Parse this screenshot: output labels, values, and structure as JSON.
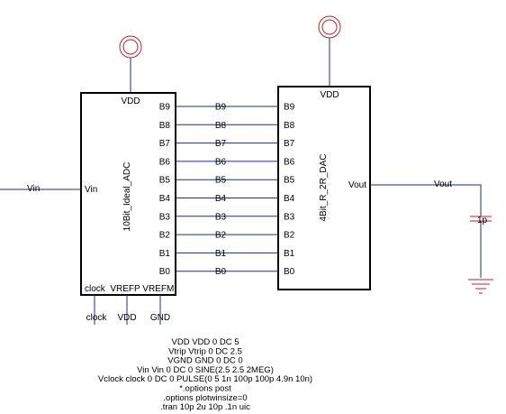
{
  "adc": {
    "name": "10Bit_Ideal_ADC",
    "vdd_pin": "VDD",
    "input_pin": "Vin",
    "bits": [
      "B9",
      "B8",
      "B7",
      "B6",
      "B5",
      "B4",
      "B3",
      "B2",
      "B1",
      "B0"
    ],
    "bottom_pins": "clock  VREFP VREFM"
  },
  "dac": {
    "name": "4Bit_R_2R_DAC",
    "vdd_pin": "VDD",
    "output_pin": "Vout",
    "bits": [
      "B9",
      "B8",
      "B7",
      "B6",
      "B5",
      "B4",
      "B3",
      "B2",
      "B1",
      "B0"
    ]
  },
  "nets": {
    "bits": [
      "B9",
      "B8",
      "B7",
      "B6",
      "B5",
      "B4",
      "B3",
      "B2",
      "B1",
      "B0"
    ],
    "vin": "Vin",
    "vout": "Vout",
    "clock": "clock",
    "vdd": "VDD",
    "gnd": "GND"
  },
  "capacitor": {
    "value": "1p"
  },
  "spice_lines": [
    "VDD VDD 0 DC 5",
    "Vtrip Vtrip 0 DC 2.5",
    "VGND GND 0 DC 0",
    "Vin Vin 0 DC 0 SINE(2.5 2.5 2MEG)",
    "Vclock clock 0 DC 0 PULSE(0 5 1n 100p 100p 4.9n 10n)",
    "*.options post",
    ".options plotwinsize=0",
    ".tran 10p 2u 10p .1n uic"
  ],
  "colors": {
    "wire": "#1f2a8c",
    "supply_symbol": "#c0202a",
    "ground_symbol": "#c0202a"
  }
}
